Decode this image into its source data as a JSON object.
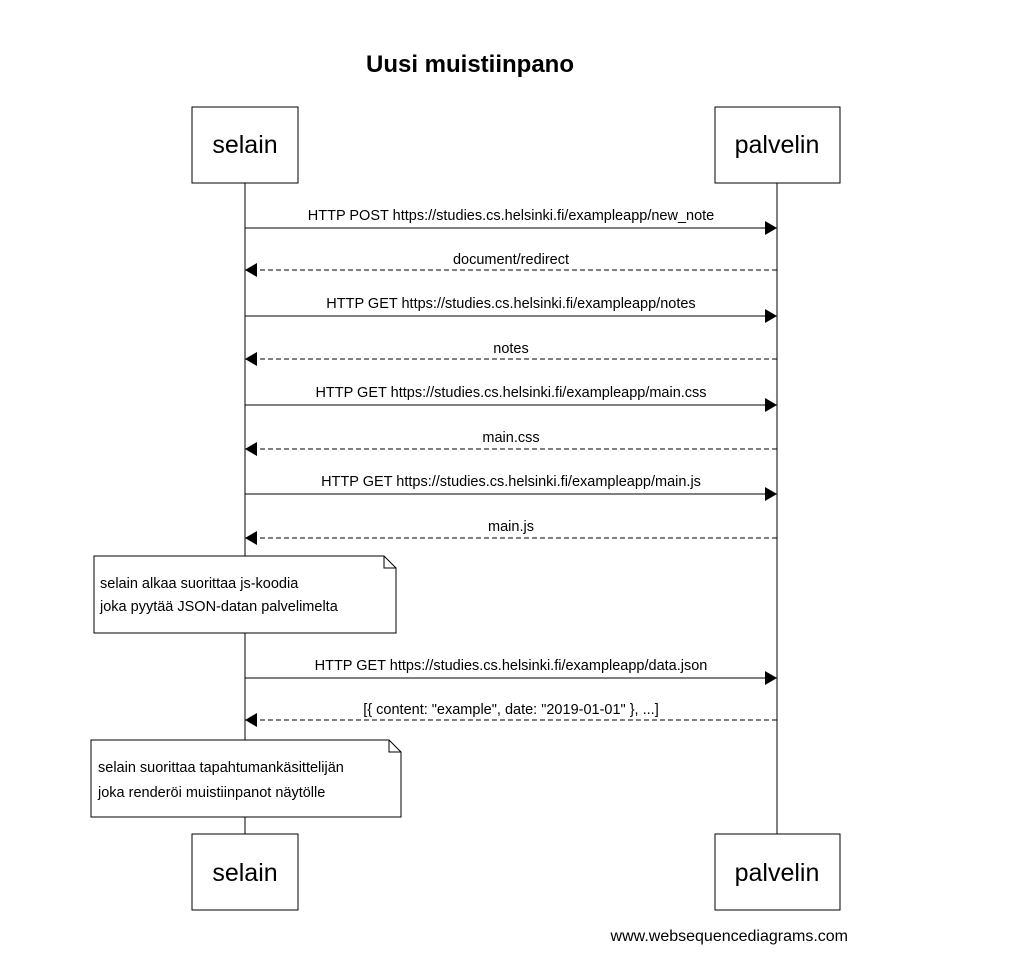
{
  "diagram": {
    "title": "Uusi muistiinpano",
    "footer": "www.websequencediagrams.com",
    "participants": {
      "left": "selain",
      "right": "palvelin"
    },
    "messages": [
      {
        "label": "HTTP POST https://studies.cs.helsinki.fi/exampleapp/new_note",
        "direction": "to-right",
        "style": "solid"
      },
      {
        "label": "document/redirect",
        "direction": "to-left",
        "style": "dashed"
      },
      {
        "label": "HTTP GET https://studies.cs.helsinki.fi/exampleapp/notes",
        "direction": "to-right",
        "style": "solid"
      },
      {
        "label": "notes",
        "direction": "to-left",
        "style": "dashed"
      },
      {
        "label": "HTTP GET https://studies.cs.helsinki.fi/exampleapp/main.css",
        "direction": "to-right",
        "style": "solid"
      },
      {
        "label": "main.css",
        "direction": "to-left",
        "style": "dashed"
      },
      {
        "label": "HTTP GET https://studies.cs.helsinki.fi/exampleapp/main.js",
        "direction": "to-right",
        "style": "solid"
      },
      {
        "label": "main.js",
        "direction": "to-left",
        "style": "dashed"
      },
      {
        "label": "HTTP GET https://studies.cs.helsinki.fi/exampleapp/data.json",
        "direction": "to-right",
        "style": "solid"
      },
      {
        "label": "[{ content: \"example\", date: \"2019-01-01\" }, ...]",
        "direction": "to-left",
        "style": "dashed"
      }
    ],
    "notes": [
      {
        "line1": "selain alkaa suorittaa js-koodia",
        "line2": "joka pyytää JSON-datan palvelimelta"
      },
      {
        "line1": "selain suorittaa tapahtumankäsittelijän",
        "line2": "joka renderöi muistiinpanot näytölle"
      }
    ]
  }
}
